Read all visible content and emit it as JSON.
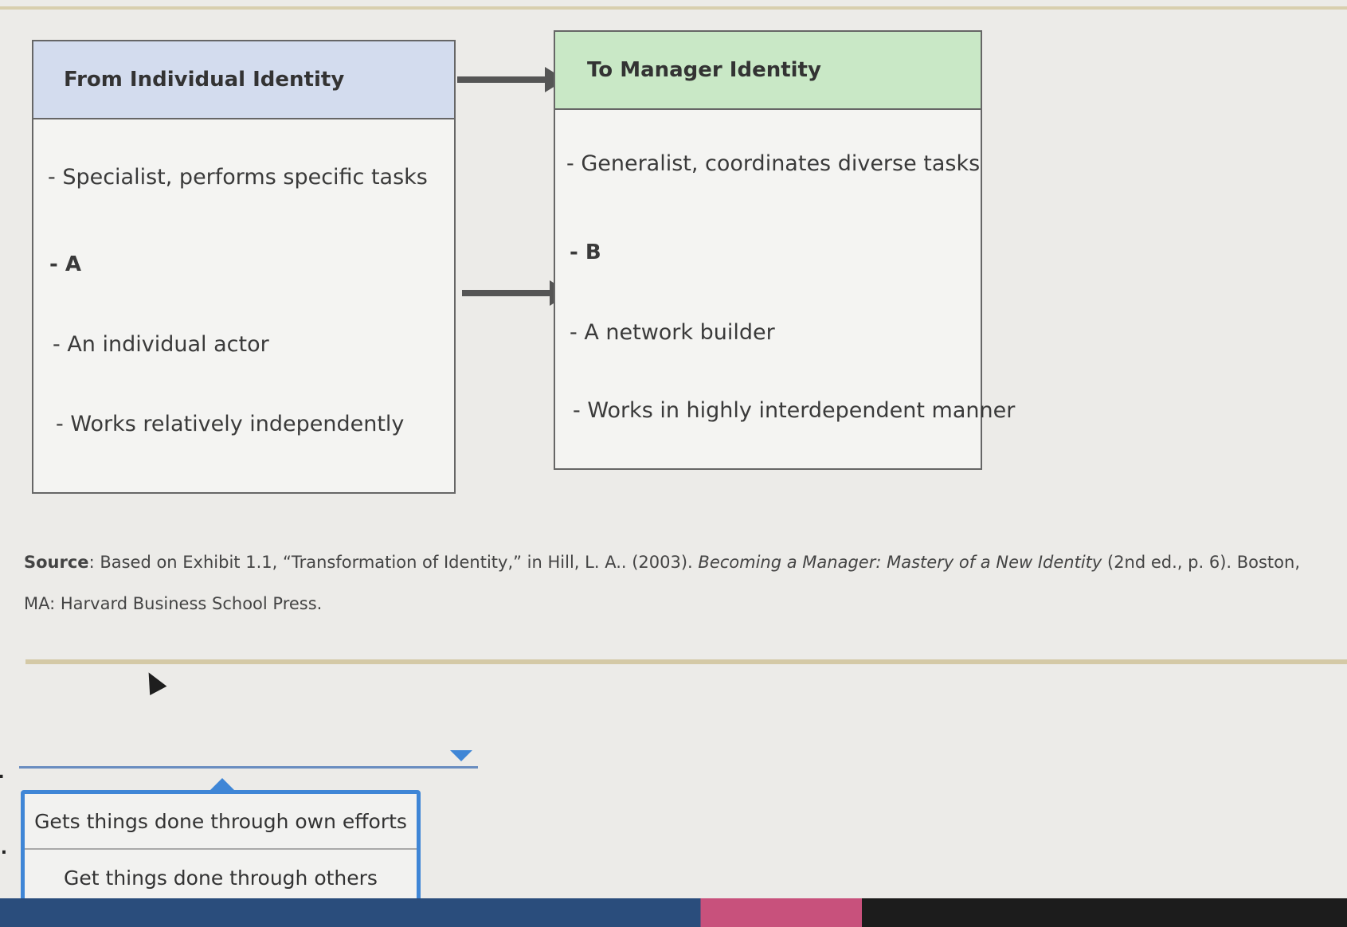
{
  "diagram": {
    "left_box": {
      "header": "From Individual Identity",
      "items": [
        "- Specialist, performs specific tasks",
        "- A",
        "- An individual actor",
        "- Works relatively independently"
      ]
    },
    "right_box": {
      "header": "To Manager Identity",
      "items": [
        "- Generalist, coordinates diverse tasks",
        "- B",
        "- A network builder",
        "- Works in highly interdependent manner"
      ]
    }
  },
  "source": {
    "label": "Source",
    "text_before_title": ": Based on Exhibit 1.1, “Transformation of Identity,” in Hill, L. A.. (2003). ",
    "book_title": "Becoming a Manager: Mastery of a New Identity",
    "text_after_title": " (2nd ed., p. 6). Boston, MA: Harvard Business School Press."
  },
  "question": {
    "label_a": "A.",
    "label_b": "B.",
    "dropdown_options": [
      "Gets things done through own efforts",
      "Get things done through others"
    ]
  },
  "colors": {
    "left_header_bg": "#d3dcee",
    "right_header_bg": "#c9e8c6",
    "accent_blue": "#3f86d6",
    "rule_tan": "#d4c9a6"
  }
}
